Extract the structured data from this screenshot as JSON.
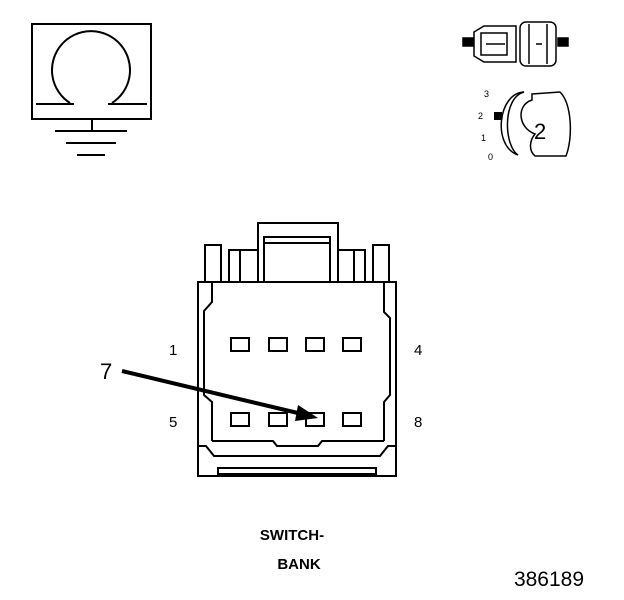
{
  "symbol": {
    "name": "ground-with-resistance-icon"
  },
  "switch_icon": {
    "name": "rotary-switch-icon",
    "positions": [
      "3",
      "2",
      "1",
      "0"
    ],
    "setting": "2"
  },
  "connector": {
    "pin_labels": {
      "top_left": "1",
      "top_right": "4",
      "bottom_left": "5",
      "bottom_right": "8"
    },
    "callout": "7",
    "title_line1": "SWITCH-",
    "title_line2": "BANK"
  },
  "figure_number": "386189"
}
